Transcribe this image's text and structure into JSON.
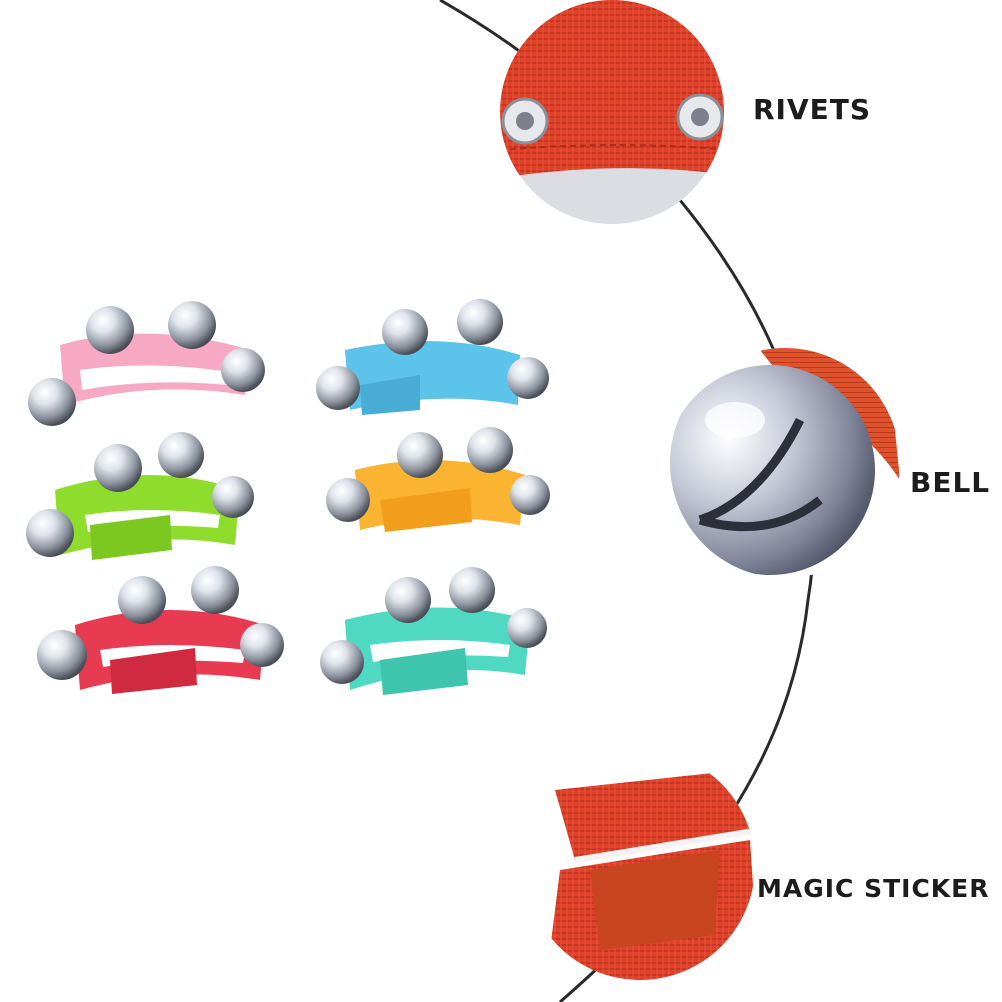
{
  "labels": {
    "rivets": "RIVETS",
    "bell": "BELL",
    "magic_sticker": "MAGIC STICKER"
  },
  "colors": {
    "pink": "#f7a9c4",
    "blue": "#5cc3ea",
    "green": "#8edc2c",
    "orange": "#fbb332",
    "red": "#e83a50",
    "teal": "#4fd8c2",
    "detail_red": "#e0412b",
    "bell_silver": "#c9cfd8",
    "arc_line": "#2a2a2a"
  },
  "bracelets": [
    {
      "name": "pink-bracelet",
      "color": "pink"
    },
    {
      "name": "blue-bracelet",
      "color": "blue"
    },
    {
      "name": "green-bracelet",
      "color": "green"
    },
    {
      "name": "orange-bracelet",
      "color": "orange"
    },
    {
      "name": "red-bracelet",
      "color": "red"
    },
    {
      "name": "teal-bracelet",
      "color": "teal"
    }
  ]
}
